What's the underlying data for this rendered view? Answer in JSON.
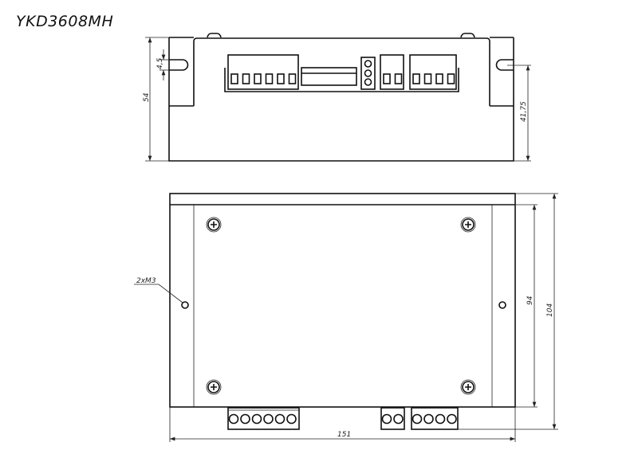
{
  "title": "YKD3608MH",
  "top_view": {
    "dim_height": "54",
    "dim_slot": "4,5",
    "dim_slot_height": "41,75"
  },
  "bottom_view": {
    "dim_width": "151",
    "dim_inner_height": "94",
    "dim_total_height": "104",
    "hole_label": "2xM3"
  }
}
